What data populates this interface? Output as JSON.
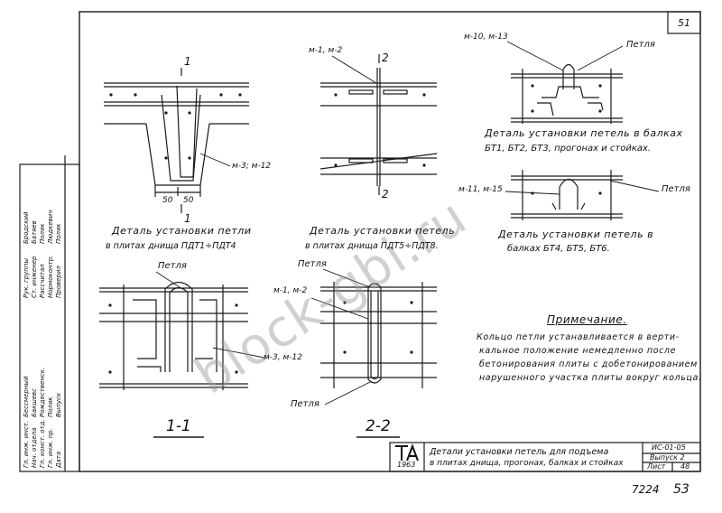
{
  "sheet": {
    "page_no": "51",
    "inventory_no": "7224",
    "page_bottom": "53",
    "watermark": "block-gbi.ru"
  },
  "details": {
    "sec1_mark": "1",
    "sec2_mark": "2",
    "detail_a_caption_1": "Деталь установки петли",
    "detail_a_caption_2": "в плитах днища ПДТ1÷ПДТ4",
    "detail_a_dim_1": "50",
    "detail_a_dim_2": "50",
    "detail_a_callout": "м-3; м-12",
    "detail_b_callout": "м-1, м-2",
    "detail_b_caption_1": "Деталь установки петель",
    "detail_b_caption_2": "в плитах днища ПДТ5÷ПДТ8.",
    "detail_c_callout_1": "м-10, м-13",
    "detail_c_loop": "Петля",
    "detail_c_caption_1": "Деталь установки петель в балках",
    "detail_c_caption_2": "БТ1, БТ2, БТ3, прогонах и стойках.",
    "detail_d_callout": "м-11, м-15",
    "detail_d_loop": "Петля",
    "detail_d_caption_1": "Деталь установки петель в",
    "detail_d_caption_2": "балках БТ4, БТ5, БТ6.",
    "section1_loop": "Петля",
    "section1_callout": "м-3, м-12",
    "section1_title": "1-1",
    "section2_loop_top": "Петля",
    "section2_callout": "м-1, м-2",
    "section2_loop_bottom": "Петля",
    "section2_title": "2-2"
  },
  "note": {
    "title": "Примечание.",
    "lines": [
      "Кольцо петли устанавливается в верти-",
      "кальное положение немедленно после",
      "бетонирования плиты с добетонированием",
      "нарушенного участка плиты вокруг кольца."
    ]
  },
  "signature_block": {
    "rows": [
      [
        "Рук. группы",
        "Бродский"
      ],
      [
        "Ст. инженер",
        "Батяев"
      ],
      [
        "Рассчитал",
        "Поляк"
      ],
      [
        "Нормоконтр.",
        "Людкевич"
      ],
      [
        "Проверил",
        "Поляк"
      ],
      [
        "Гл. инж. инст.",
        "Бессмерный"
      ],
      [
        "Нач. отдела",
        "Бакшевс"
      ],
      [
        "Гл. конст. отд.",
        "Рождественск."
      ],
      [
        "Гл. инж. пр.",
        "Поляк"
      ],
      [
        "Дата",
        "Выпуск"
      ]
    ]
  },
  "title_block": {
    "logo_letters": "ТД",
    "logo_year": "1963",
    "title_line_1": "Детали установки петель для подъема",
    "title_line_2": "в плитах днища, прогонах, балках и стойках",
    "series": "ИС-01-05",
    "issue": "Выпуск 2",
    "sheet_label": "Лист",
    "sheet_no": "48"
  }
}
